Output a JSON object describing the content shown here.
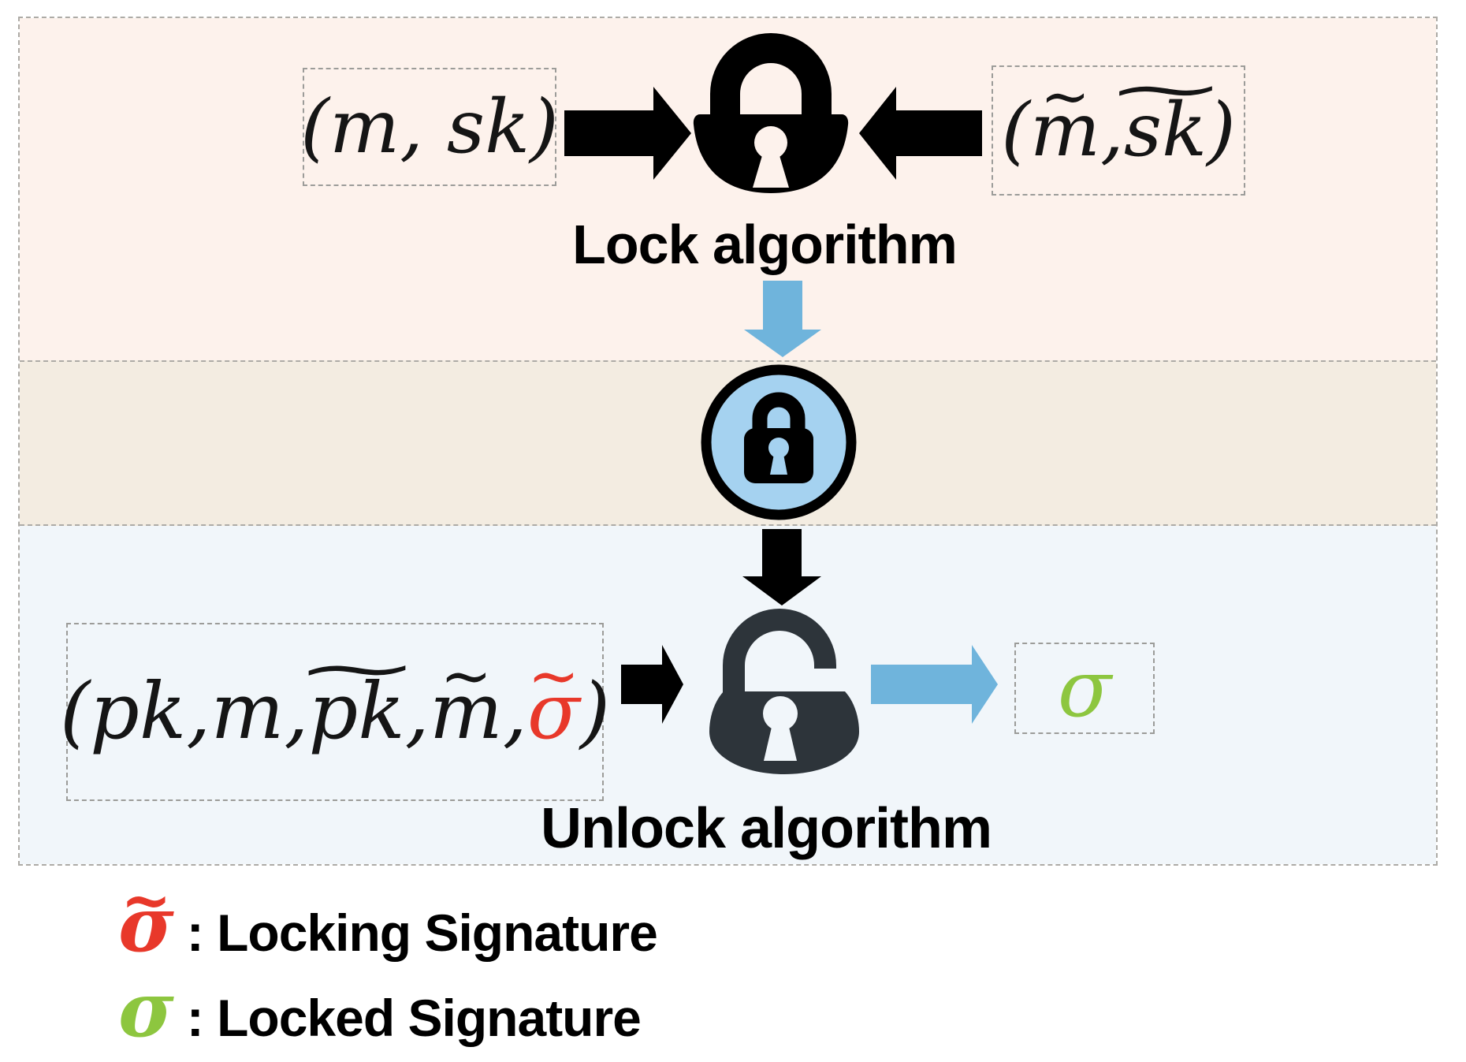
{
  "figure": {
    "tilde": "~",
    "lock_section": {
      "input_left": "(m, sk)",
      "input_right": {
        "open": "(",
        "m": "m",
        "comma": ", ",
        "sk": "sk",
        "close": ")"
      },
      "label": "Lock algorithm"
    },
    "unlock_section": {
      "input": {
        "open": "(",
        "pk": "pk",
        "sep1": ", ",
        "m": "m",
        "sep2": ", ",
        "pk_tilde_base": "pk",
        "sep3": ", ",
        "m_tilde_base": "m",
        "sep4": ", ",
        "sigma_tilde_base": "σ",
        "close": ")"
      },
      "label": "Unlock algorithm",
      "output_sigma": "σ"
    },
    "legend": {
      "rows": [
        {
          "symbol": "σ",
          "label": ": Locking Signature"
        },
        {
          "symbol": "σ",
          "label": ": Locked Signature"
        }
      ]
    },
    "colors": {
      "band_lock_bg": "#fdf2ec",
      "band_mid_bg": "#f3ece1",
      "band_unlock_bg": "#f1f6fa",
      "arrow_black": "#000000",
      "arrow_blue": "#6fb4dc",
      "circle_fill": "#a5d2f0",
      "lock_black": "#000000",
      "lock_charcoal": "#2d343a",
      "sigma_red": "#e8382a",
      "sigma_green": "#8dc63f"
    }
  }
}
